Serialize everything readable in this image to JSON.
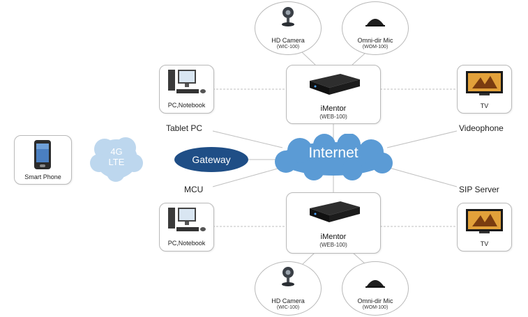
{
  "colors": {
    "internet_cloud": "#5b9bd5",
    "lte_cloud": "#bdd7ee",
    "gateway": "#1f4e86",
    "connector": "#bfbfbf",
    "box_border": "#b9b9b9"
  },
  "network": {
    "internet": "Internet",
    "lte_line1": "4G",
    "lte_line2": "LTE",
    "gateway": "Gateway"
  },
  "devices": {
    "smartphone": "Smart Phone",
    "pc_top": "PC,Notebook",
    "pc_bottom": "PC,Notebook",
    "tv_top": "TV",
    "tv_bottom": "TV",
    "camera_top_name": "HD Camera",
    "camera_top_model": "(WIC-100)",
    "mic_top_name": "Omni-dir Mic",
    "mic_top_model": "(WOM-100)",
    "camera_bottom_name": "HD Camera",
    "camera_bottom_model": "(WIC-100)",
    "mic_bottom_name": "Omni-dir Mic",
    "mic_bottom_model": "(WOM-100)",
    "imentor_top_name": "iMentor",
    "imentor_top_model": "(WEB-100)",
    "imentor_bottom_name": "iMentor",
    "imentor_bottom_model": "(WEB-100)"
  },
  "endpoints": {
    "tablet": "Tablet PC",
    "mcu": "MCU",
    "videophone": "Videophone",
    "sip": "SIP Server"
  }
}
